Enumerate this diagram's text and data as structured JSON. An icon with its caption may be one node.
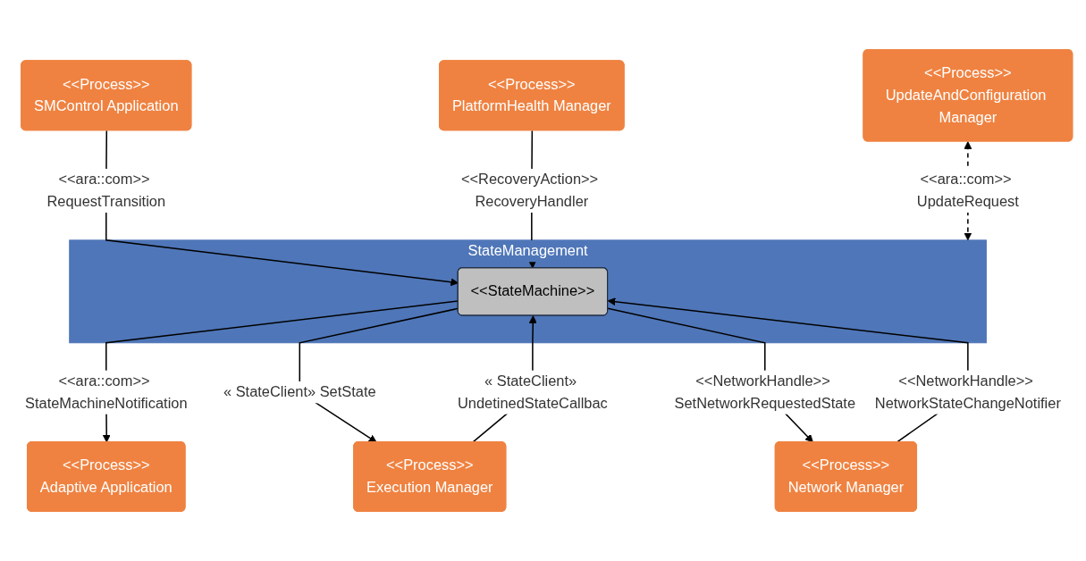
{
  "diagram": {
    "nodes": [
      {
        "text": [
          "<<Process>>",
          "SMControl Application"
        ]
      },
      {
        "text": [
          "<<Process>>",
          "Adaptive Application"
        ]
      },
      {
        "text": [
          "<<Process>>",
          "Execution Manager"
        ]
      },
      {
        "text": [
          "StateManagement"
        ]
      },
      {
        "text": [
          "<<StateMachine>>"
        ],
        "in": 3
      },
      {
        "text": [
          "<<Process>>",
          "PlatformHealth Manager"
        ]
      },
      {
        "text": [
          "<<Process>>",
          "UpdateAndConfiguration Manager"
        ]
      },
      {
        "text": [
          "<<Process>>",
          "Network Manager"
        ]
      }
    ],
    "edges": [
      {
        "from": 0,
        "to": 4,
        "arrow": "to",
        "label": "<<ara::com>> RequestTransition"
      },
      {
        "from": 4,
        "to": 1,
        "arrow": "to",
        "label": "<<ara::com>> StateMachineNotification"
      },
      {
        "from": 4,
        "to": 2,
        "arrow": "to",
        "label": "« StateClient» SetState"
      },
      {
        "from": 2,
        "to": 4,
        "arrow": "to",
        "label": "« StateClient» UndetinedStateCallbac"
      },
      {
        "from": 5,
        "to": 4,
        "arrow": "to",
        "label": "<<RecoveryAction>> RecoveryHandler"
      },
      {
        "from": 6,
        "to": 3,
        "arrow": "both",
        "style": "dashed",
        "label": "<<ara::com>> UpdateRequest"
      },
      {
        "from": 7,
        "to": 4,
        "arrow": "to",
        "label": "<<NetworkHandle>> NetworkStateChangeNotifier"
      },
      {
        "from": 4,
        "to": 7,
        "arrow": "to",
        "label": "<<NetworkHandle>> SetNetworkRequestedState"
      }
    ]
  }
}
